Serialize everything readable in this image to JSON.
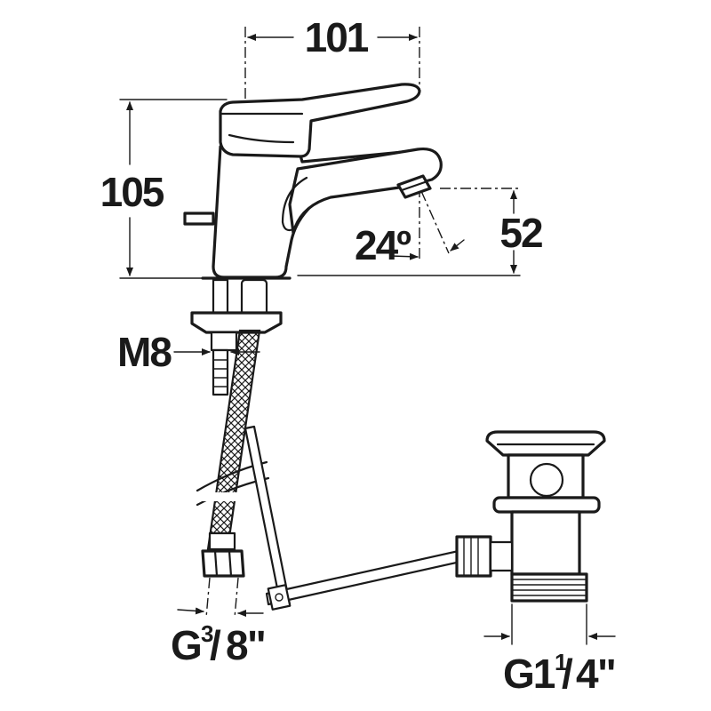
{
  "drawing": {
    "ink_color": "#1a1a1a",
    "background": "#ffffff"
  },
  "dimensions": {
    "width_top": "101",
    "height_left": "105",
    "spout_height": "52",
    "spout_angle": "24º",
    "thread_mount": "M8",
    "hose_connector": {
      "prefix": "G",
      "numerator": "3",
      "slash": "/",
      "denominator": "8",
      "suffix": "\""
    },
    "waste_thread": {
      "prefix": "G1",
      "numerator": "1",
      "slash": "/",
      "denominator": "4",
      "suffix": "\""
    }
  }
}
